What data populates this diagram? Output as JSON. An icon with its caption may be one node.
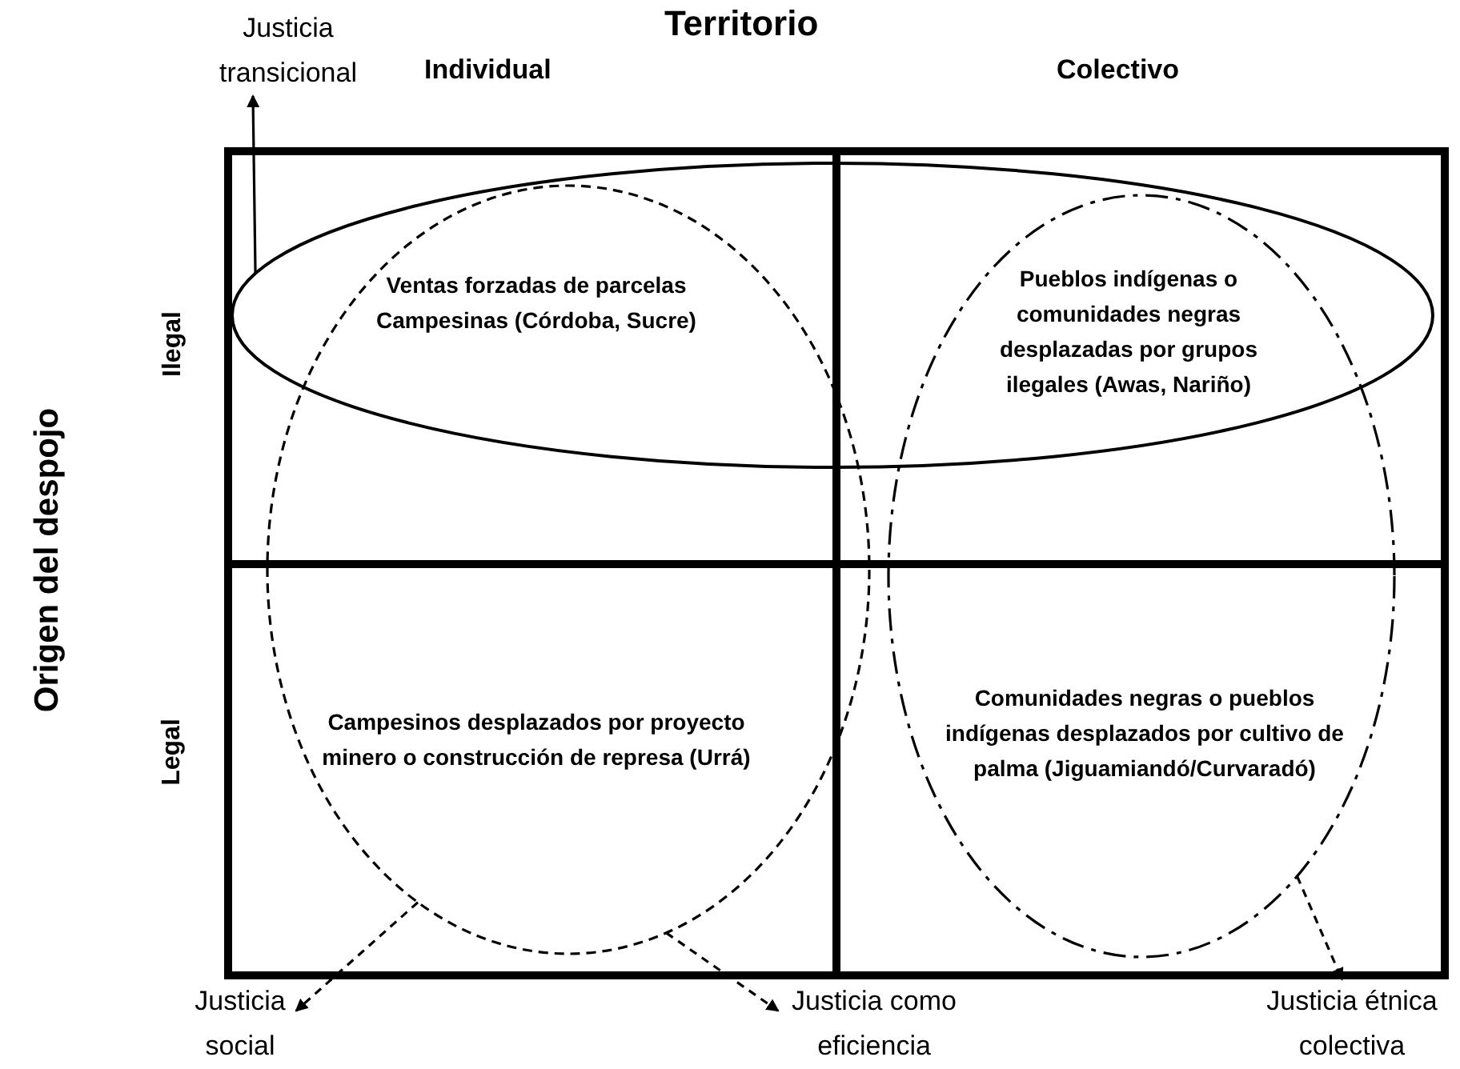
{
  "diagram": {
    "nodes": [
      {
        "text": [
          "Justicia transicional"
        ]
      },
      {
        "text": [],
        "shape": "ellipse"
      },
      {
        "text": [],
        "shape": "ellipse"
      },
      {
        "text": [],
        "shape": "ellipse"
      },
      {
        "text": [
          "Ventas forzadas de parcelas Campesinas (Córdoba, Sucre)"
        ]
      },
      {
        "text": [
          "Pueblos indígenas o comunidades negras desplazadas por grupos ilegales (Awas, Nariño)"
        ]
      },
      {
        "text": [
          "Campesinos desplazados por proyecto minero o construcción de represa (Urrá)"
        ]
      },
      {
        "text": [
          "Comunidades negras o pueblos indígenas desplazados por cultivo de palma (Jiguamiandó/Curvaradó)"
        ]
      },
      {
        "text": [
          "Justicia social"
        ]
      },
      {
        "text": [
          "Justicia como eficiencia"
        ]
      },
      {
        "text": [
          "Justicia étnica colectiva"
        ]
      }
    ],
    "edges": [
      {
        "from": 1,
        "to": 0,
        "arrow": "to"
      },
      {
        "from": 2,
        "to": 8,
        "arrow": "to",
        "style": "dashed"
      },
      {
        "from": 2,
        "to": 9,
        "arrow": "to",
        "style": "dashed"
      },
      {
        "from": 3,
        "to": 10,
        "arrow": "to",
        "style": "dashed"
      }
    ],
    "labels": [
      "Territorio",
      "Individual",
      "Colectivo",
      "Origen del despojo",
      "Ilegal",
      "Legal"
    ]
  }
}
